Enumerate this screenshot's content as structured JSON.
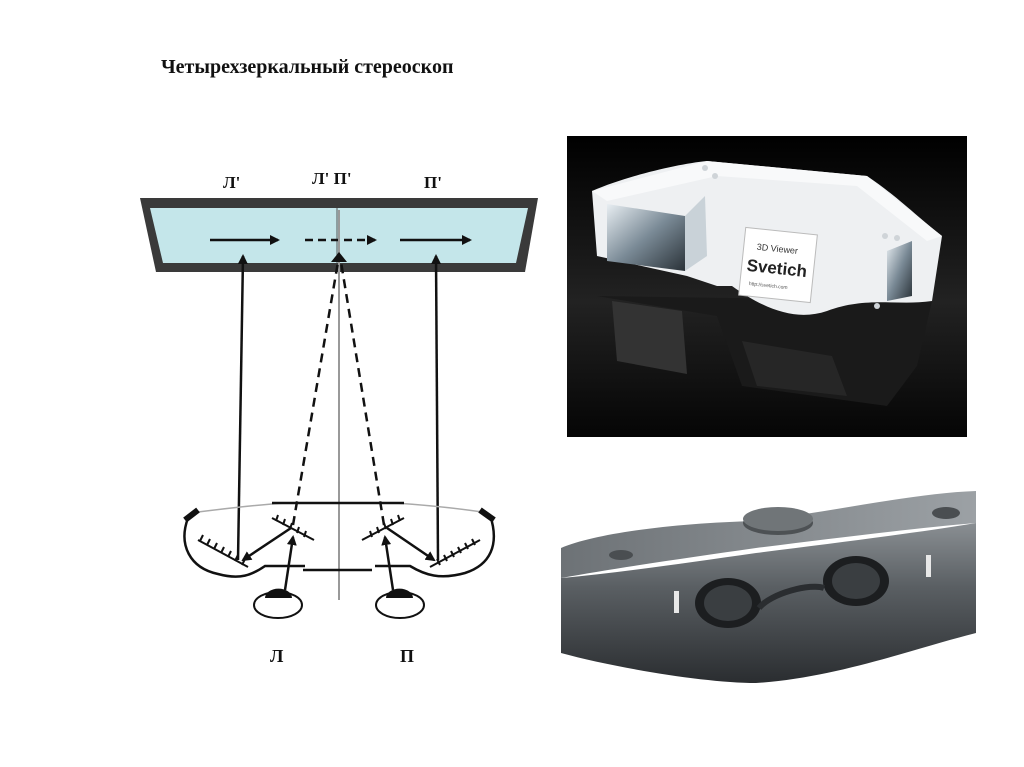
{
  "slide": {
    "title": "Четырехзеркальный стереоскоп"
  },
  "diagram": {
    "labels": {
      "top_left": "Л'",
      "top_middle": "Л' П'",
      "top_right": "П'",
      "eye_left": "Л",
      "eye_right": "П"
    },
    "colors": {
      "screen_fill": "#c4e6ea",
      "frame": "#3a3a3a",
      "lines": "#111111",
      "axis": "#999999"
    }
  },
  "photos": {
    "viewer_white": {
      "icon": "white-3d-viewer-photo",
      "label_line1": "3D Viewer",
      "label_line2": "Svetich",
      "label_line3": "http://svetich.com"
    },
    "viewer_dark": {
      "icon": "dark-stereo-viewer-photo"
    }
  }
}
